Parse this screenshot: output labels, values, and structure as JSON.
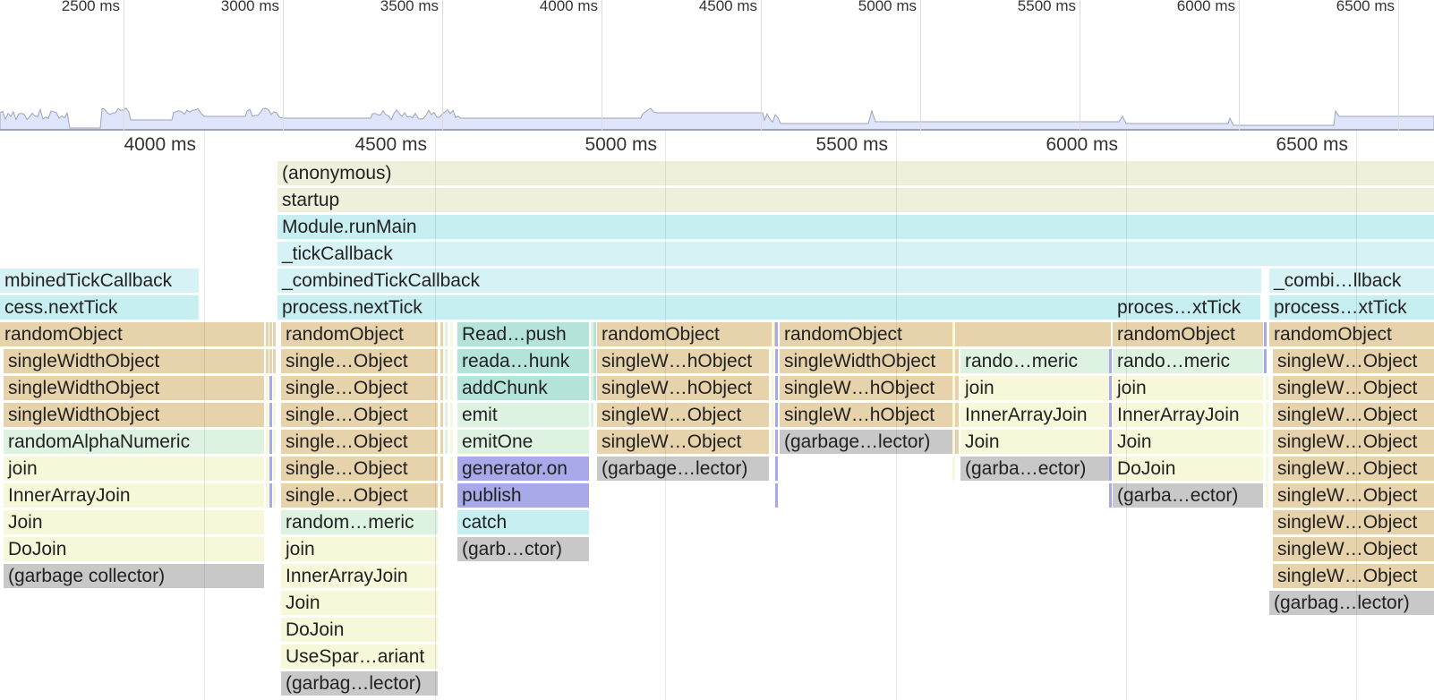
{
  "overview": {
    "ticks": [
      "2500 ms",
      "3000 ms",
      "3500 ms",
      "4000 ms",
      "4500 ms",
      "5000 ms",
      "5500 ms",
      "6000 ms",
      "6500 ms"
    ]
  },
  "ruler": {
    "ticks": [
      "4000 ms",
      "4500 ms",
      "5000 ms",
      "5500 ms",
      "6000 ms",
      "6500 ms"
    ]
  },
  "colors": {
    "beige": "#f0efdb",
    "cyan": "#c7eff1",
    "lightcyan": "#d7f2f4",
    "tan": "#e7d3ab",
    "mint": "#ddf2e1",
    "yellow": "#f7f7da",
    "gray": "#c8c8c8",
    "teal": "#b4e3d9",
    "lavender": "#a7a9e8",
    "overview_fill": "#dfe6fb",
    "overview_line": "#9da3b8"
  },
  "frames": [
    {
      "label": "(anonymous)",
      "color": "beige"
    },
    {
      "label": "startup",
      "color": "beige"
    },
    {
      "label": "Module.runMain",
      "color": "cyan"
    },
    {
      "label": "_tickCallback",
      "color": "lightcyan"
    },
    {
      "label": "mbinedTickCallback",
      "color": "lightcyan"
    },
    {
      "label": "_combinedTickCallback",
      "color": "lightcyan"
    },
    {
      "label": "_combi…llback",
      "color": "lightcyan"
    },
    {
      "label": "cess.nextTick",
      "color": "cyan"
    },
    {
      "label": "process.nextTick",
      "color": "cyan"
    },
    {
      "label": "proces…xtTick",
      "color": "cyan"
    },
    {
      "label": "process…xtTick",
      "color": "cyan"
    },
    {
      "label": "randomObject",
      "color": "tan"
    },
    {
      "label": "singleWidthObject",
      "color": "tan"
    },
    {
      "label": "singleWidthObject",
      "color": "tan"
    },
    {
      "label": "singleWidthObject",
      "color": "tan"
    },
    {
      "label": "randomAlphaNumeric",
      "color": "mint"
    },
    {
      "label": "join",
      "color": "yellow"
    },
    {
      "label": "InnerArrayJoin",
      "color": "yellow"
    },
    {
      "label": "Join",
      "color": "yellow"
    },
    {
      "label": "DoJoin",
      "color": "yellow"
    },
    {
      "label": "(garbage collector)",
      "color": "gray"
    },
    {
      "label": "randomObject",
      "color": "tan"
    },
    {
      "label": "single…Object",
      "color": "tan"
    },
    {
      "label": "single…Object",
      "color": "tan"
    },
    {
      "label": "single…Object",
      "color": "tan"
    },
    {
      "label": "single…Object",
      "color": "tan"
    },
    {
      "label": "single…Object",
      "color": "tan"
    },
    {
      "label": "single…Object",
      "color": "tan"
    },
    {
      "label": "random…meric",
      "color": "mint"
    },
    {
      "label": "join",
      "color": "yellow"
    },
    {
      "label": "InnerArrayJoin",
      "color": "yellow"
    },
    {
      "label": "Join",
      "color": "yellow"
    },
    {
      "label": "DoJoin",
      "color": "yellow"
    },
    {
      "label": "UseSpar…ariant",
      "color": "yellow"
    },
    {
      "label": "(garbag…lector)",
      "color": "gray"
    },
    {
      "label": "Read…push",
      "color": "teal"
    },
    {
      "label": "reada…hunk",
      "color": "teal"
    },
    {
      "label": "addChunk",
      "color": "teal"
    },
    {
      "label": "emit",
      "color": "mint"
    },
    {
      "label": "emitOne",
      "color": "mint"
    },
    {
      "label": "generator.on",
      "color": "lavender"
    },
    {
      "label": "publish",
      "color": "lavender"
    },
    {
      "label": "catch",
      "color": "cyan"
    },
    {
      "label": "(garb…ctor)",
      "color": "gray"
    },
    {
      "label": "randomObject",
      "color": "tan"
    },
    {
      "label": "singleW…hObject",
      "color": "tan"
    },
    {
      "label": "singleW…hObject",
      "color": "tan"
    },
    {
      "label": "singleW…Object",
      "color": "tan"
    },
    {
      "label": "singleW…Object",
      "color": "tan"
    },
    {
      "label": "(garbage…lector)",
      "color": "gray"
    },
    {
      "label": "randomObject",
      "color": "tan"
    },
    {
      "label": "singleWidthObject",
      "color": "tan"
    },
    {
      "label": "singleW…hObject",
      "color": "tan"
    },
    {
      "label": "singleW…hObject",
      "color": "tan"
    },
    {
      "label": "(garbage…lector)",
      "color": "gray"
    },
    {
      "label": "rando…meric",
      "color": "mint"
    },
    {
      "label": "join",
      "color": "yellow"
    },
    {
      "label": "InnerArrayJoin",
      "color": "yellow"
    },
    {
      "label": "Join",
      "color": "yellow"
    },
    {
      "label": "(garba…ector)",
      "color": "gray"
    },
    {
      "label": "randomObject",
      "color": "tan"
    },
    {
      "label": "rando…meric",
      "color": "mint"
    },
    {
      "label": "join",
      "color": "yellow"
    },
    {
      "label": "InnerArrayJoin",
      "color": "yellow"
    },
    {
      "label": "Join",
      "color": "yellow"
    },
    {
      "label": "DoJoin",
      "color": "yellow"
    },
    {
      "label": "(garba…ector)",
      "color": "gray"
    },
    {
      "label": "randomObject",
      "color": "tan"
    },
    {
      "label": "singleW…Object",
      "color": "tan"
    },
    {
      "label": "singleW…Object",
      "color": "tan"
    },
    {
      "label": "singleW…Object",
      "color": "tan"
    },
    {
      "label": "singleW…Object",
      "color": "tan"
    },
    {
      "label": "singleW…Object",
      "color": "tan"
    },
    {
      "label": "singleW…Object",
      "color": "tan"
    },
    {
      "label": "singleW…Object",
      "color": "tan"
    },
    {
      "label": "singleW…Object",
      "color": "tan"
    },
    {
      "label": "singleW…Object",
      "color": "tan"
    },
    {
      "label": "(garbag…lector)",
      "color": "gray"
    }
  ]
}
